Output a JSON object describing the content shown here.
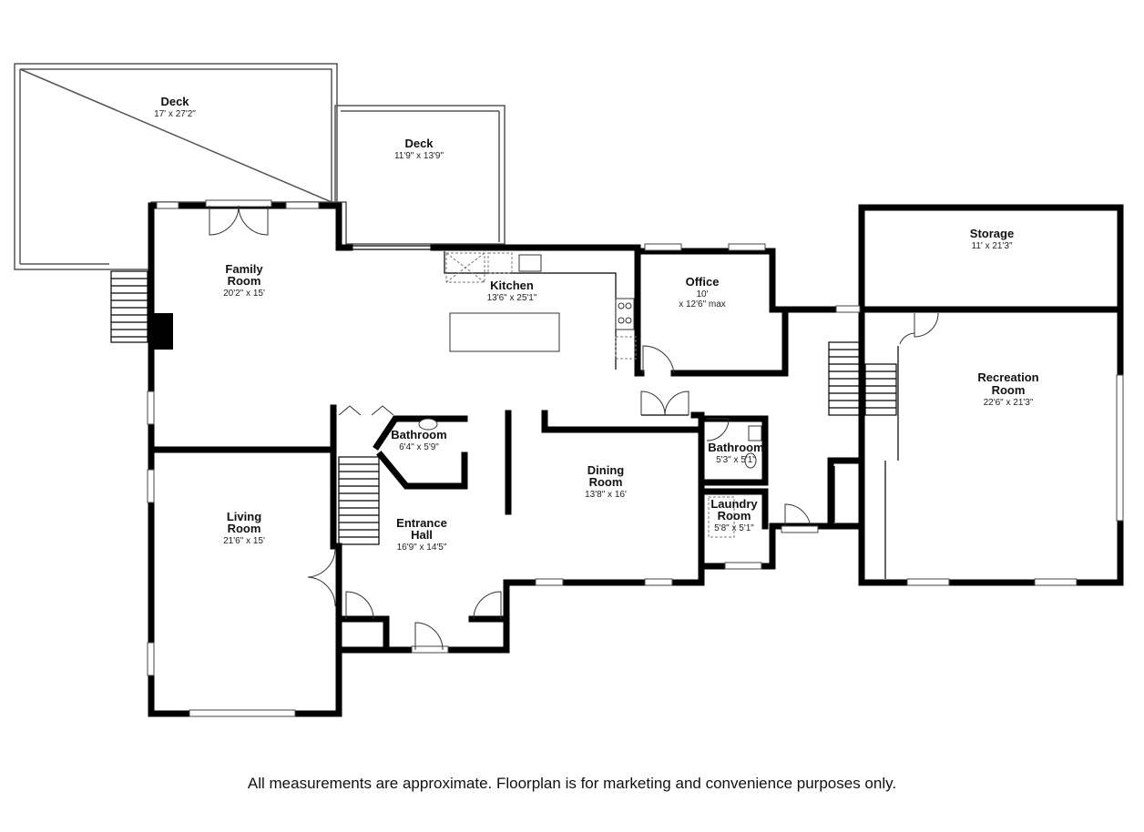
{
  "rooms": {
    "deck_large": {
      "name": "Deck",
      "dims": "17' x 27'2\""
    },
    "deck_small": {
      "name": "Deck",
      "dims": "11'9\" x 13'9\""
    },
    "family_room": {
      "name_line1": "Family",
      "name_line2": "Room",
      "dims": "20'2\" x 15'"
    },
    "kitchen": {
      "name": "Kitchen",
      "dims": "13'6\" x 25'1\""
    },
    "office": {
      "name": "Office",
      "dims_line1": "10'",
      "dims_line2": "x 12'6\" max"
    },
    "storage": {
      "name": "Storage",
      "dims": "11' x 21'3\""
    },
    "recreation_room": {
      "name_line1": "Recreation",
      "name_line2": "Room",
      "dims": "22'6\" x 21'3\""
    },
    "bathroom_1": {
      "name": "Bathroom",
      "dims": "6'4\" x 5'9\""
    },
    "bathroom_2": {
      "name": "Bathroom",
      "dims": "5'3\" x 5'1\""
    },
    "dining_room": {
      "name_line1": "Dining",
      "name_line2": "Room",
      "dims": "13'8\" x 16'"
    },
    "laundry_room": {
      "name_line1": "Laundry",
      "name_line2": "Room",
      "dims": "5'8\" x 5'1\""
    },
    "living_room": {
      "name_line1": "Living",
      "name_line2": "Room",
      "dims": "21'6\" x 15'"
    },
    "entrance_hall": {
      "name_line1": "Entrance",
      "name_line2": "Hall",
      "dims": "16'9\" x 14'5\""
    }
  },
  "disclaimer": "All measurements are approximate. Floorplan is for marketing and convenience purposes only."
}
